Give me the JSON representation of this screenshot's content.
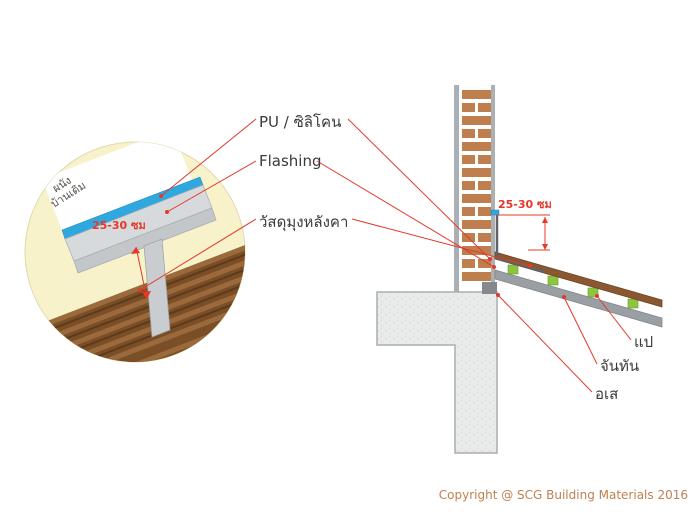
{
  "colors": {
    "red": "#E53828",
    "pu_blue": "#2FA8DF",
    "brick": "#BE7E4D",
    "batten_green": "#8CC63F",
    "roofing_brown": "#7A4E26",
    "roofing_ridge": "#9A6A3C",
    "circle_bg": "#F7F2C9",
    "concrete": "#E9EBEB",
    "copyright_text": "#C08050",
    "label_text": "#3A3A3A",
    "flashing_gray": "#D7DADC"
  },
  "detail": {
    "wall_label_line1": "ผนัง",
    "wall_label_line2": "บ้านเดิม",
    "dimension": "25-30 ซม"
  },
  "callouts": {
    "pu": "PU / ซิลิโคน",
    "flashing": "Flashing",
    "roofing": "วัสดุมุงหลังคา"
  },
  "section": {
    "dimension": "25-30 ซม",
    "purlin": "แป",
    "rafter": "จันทัน",
    "beam": "อเส"
  },
  "footer": {
    "copyright": "Copyright @ SCG Building Materials 2016"
  }
}
